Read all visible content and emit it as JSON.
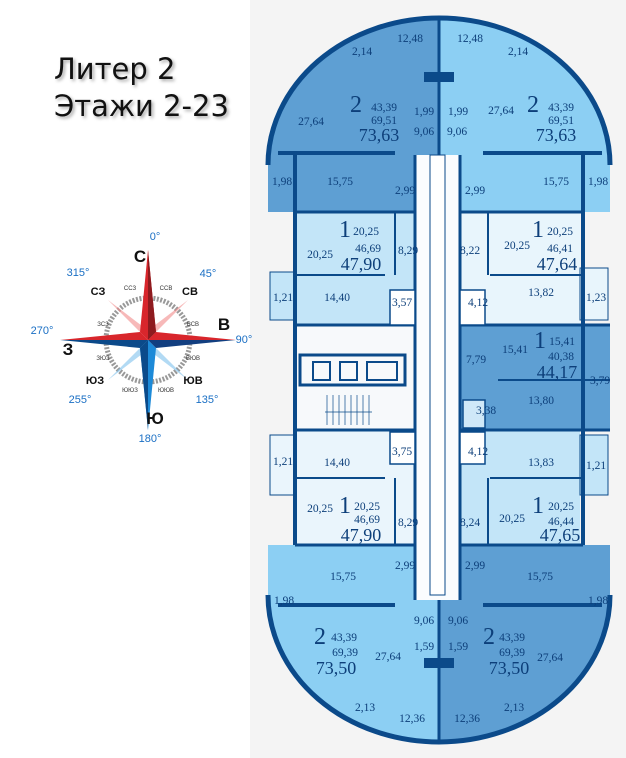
{
  "title": {
    "line1": "Литер 2",
    "line2": "Этажи 2-23"
  },
  "compass": {
    "n": "С",
    "n_deg": "0°",
    "e": "В",
    "e_deg": "90°",
    "s": "Ю",
    "s_deg": "180°",
    "w": "З",
    "w_deg": "270°",
    "ne": "СВ",
    "ne_deg": "45°",
    "nw": "СЗ",
    "nw_deg": "315°",
    "sw": "ЮЗ",
    "sw_deg": "255°",
    "se": "ЮВ",
    "se_deg": "135°",
    "minor": [
      "ССЗ",
      "ССВ",
      "ВСВ",
      "ВЮВ",
      "ЮЮВ",
      "ЮЮЗ",
      "ЗЮЗ",
      "ЗСЗ"
    ]
  },
  "colors": {
    "wall": "#0b4a8a",
    "mid": "#5e9fd3",
    "light": "#8ccff3",
    "pale": "#c3e5f8",
    "paler": "#e8f5fc"
  },
  "apartments": {
    "top_left": {
      "rooms": "2",
      "living": "43,39",
      "total": "69,51",
      "total_balcony": "73,63",
      "areas": [
        "2,14",
        "12,48",
        "27,64",
        "1,99",
        "9,06",
        "15,75",
        "1,98",
        "2,99"
      ]
    },
    "top_right": {
      "rooms": "2",
      "living": "43,39",
      "total": "69,51",
      "total_balcony": "73,63",
      "areas": [
        "12,48",
        "2,14",
        "1,99",
        "9,06",
        "27,64",
        "15,75",
        "1,98",
        "2,99"
      ]
    },
    "mid_left_upper": {
      "rooms": "1",
      "living": "20,25",
      "total": "46,69",
      "total_balcony": "47,90",
      "areas": [
        "20,25",
        "8,29",
        "1,21",
        "14,40",
        "3,57"
      ]
    },
    "mid_right_upper": {
      "rooms": "1",
      "living": "20,25",
      "total": "46,41",
      "total_balcony": "47,64",
      "areas": [
        "8,22",
        "20,25",
        "4,12",
        "13,82",
        "1,23"
      ]
    },
    "mid_right": {
      "rooms": "1",
      "living": "15,41",
      "total": "40,38",
      "total_balcony": "44,17",
      "areas": [
        "7,79",
        "15,41",
        "3,79",
        "13,80",
        "3,38"
      ]
    },
    "mid_left_lower": {
      "rooms": "1",
      "living": "20,25",
      "total": "46,69",
      "total_balcony": "47,90",
      "areas": [
        "3,75",
        "1,21",
        "14,40",
        "20,25",
        "8,29"
      ]
    },
    "mid_right_lower": {
      "rooms": "1",
      "living": "20,25",
      "total": "46,44",
      "total_balcony": "47,65",
      "areas": [
        "4,12",
        "13,83",
        "1,21",
        "20,25",
        "8,24"
      ]
    },
    "bottom_left": {
      "rooms": "2",
      "living": "43,39",
      "total": "69,39",
      "total_balcony": "73,50",
      "areas": [
        "1,98",
        "15,75",
        "2,99",
        "9,06",
        "27,64",
        "1,59",
        "2,13",
        "12,36"
      ]
    },
    "bottom_right": {
      "rooms": "2",
      "living": "43,39",
      "total": "69,39",
      "total_balcony": "73,50",
      "areas": [
        "2,99",
        "15,75",
        "1,98",
        "9,06",
        "1,59",
        "27,64",
        "12,36",
        "2,13"
      ]
    }
  }
}
